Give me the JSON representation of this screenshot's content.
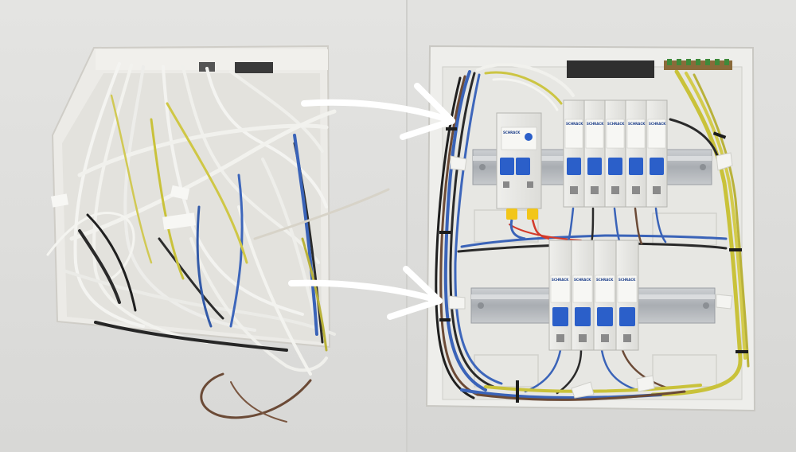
{
  "scene": {
    "left_panel": "messy-wiring-before",
    "right_panel": "organized-breaker-box-after"
  },
  "breakers": {
    "brand_text": "SCHRACK",
    "top_row_count": 5,
    "bottom_row_count": 4,
    "rcd_count": 1,
    "toggle_color": "#2b5fc9",
    "terminal_color": "#f2c619"
  },
  "colors": {
    "wall": "#dcdcda",
    "box": "#e9e9e6",
    "rail": "#b9bcc0",
    "arrow": "#ffffff",
    "wire_blue": "#3a63b8",
    "wire_brown": "#6b4a36",
    "wire_black": "#222222",
    "wire_ground": "#c9c23a",
    "wire_white": "#f2f2ef"
  }
}
